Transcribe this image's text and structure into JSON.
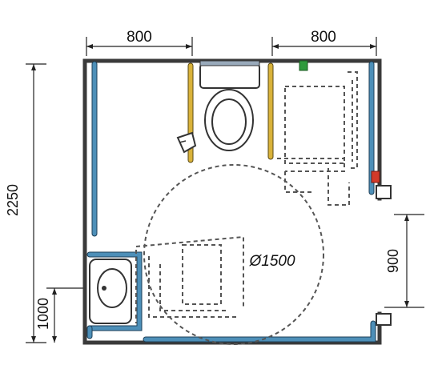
{
  "dimensions": {
    "top_left_width": "800",
    "top_right_width": "800",
    "overall_height": "2250",
    "sink_height": "1000",
    "door_width": "900",
    "turning_circle": "Ø1500"
  },
  "colors": {
    "grab_rail": "#4d8fb8",
    "vertical_rail": "#d9b23a",
    "wall": "#3a3a3a",
    "indicator_green": "#2e9a3c",
    "indicator_red": "#d23a2a"
  }
}
